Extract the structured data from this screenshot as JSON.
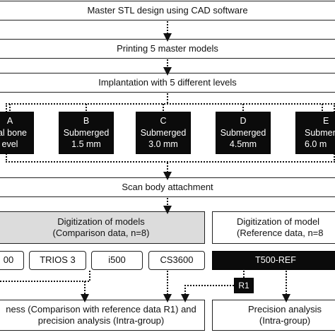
{
  "steps": {
    "design": "Master STL design using CAD software",
    "printing": "Printing 5 master models",
    "implantation": "Implantation with 5 different levels",
    "scan_body": "Scan body attachment"
  },
  "levels": [
    {
      "letter": "A",
      "line1": "ual bone",
      "line2": "evel"
    },
    {
      "letter": "B",
      "line1": "Submerged",
      "line2": "1.5 mm"
    },
    {
      "letter": "C",
      "line1": "Submerged",
      "line2": "3.0 mm"
    },
    {
      "letter": "D",
      "line1": "Submerged",
      "line2": "4.5mm"
    },
    {
      "letter": "E",
      "line1": "Submer",
      "line2": "6.0 m"
    }
  ],
  "digitization_comparison": {
    "title": "Digitization of models",
    "subtitle": "(Comparison data, n=8)"
  },
  "digitization_reference": {
    "title": "Digitization of model",
    "subtitle": "(Reference data, n=8"
  },
  "scanners": [
    "00",
    "TRIOS 3",
    "i500",
    "CS3600"
  ],
  "reference_scanner": "T500-REF",
  "r1_label": "R1",
  "analysis_left": {
    "line1": "ness (Comparison with reference data R1) and",
    "line2": "precision analysis (Intra-group)"
  },
  "analysis_right": {
    "line1": "Precision analysis",
    "line2": "(Intra-group)"
  }
}
